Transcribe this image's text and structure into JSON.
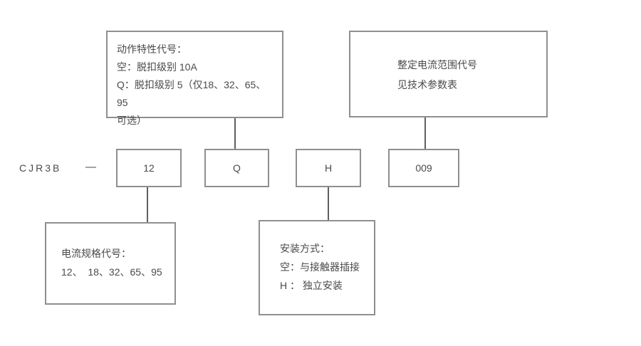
{
  "diagram": {
    "model_prefix": "CJR3B",
    "separator": "—",
    "code_boxes": [
      {
        "label": "12"
      },
      {
        "label": "Q"
      },
      {
        "label": "H"
      },
      {
        "label": "009"
      }
    ],
    "callouts": {
      "action_characteristic": {
        "lines": [
          "动作特性代号：",
          "空：脱扣级别 10A",
          "Q：脱扣级别 5（仅18、32、65、95",
          "可选）"
        ]
      },
      "setting_current_range": {
        "lines": [
          "整定电流范围代号",
          "见技术参数表"
        ]
      },
      "current_spec": {
        "lines": [
          "电流规格代号：",
          "12、  18、32、65、95"
        ]
      },
      "mounting_method": {
        "lines": [
          "安装方式：",
          "空：与接触器插接",
          "H ： 独立安装"
        ]
      }
    },
    "colors": {
      "background": "#ffffff",
      "box_border": "#8f8f8f",
      "connector": "#5f5f5f",
      "text": "#4a4a4a"
    }
  }
}
